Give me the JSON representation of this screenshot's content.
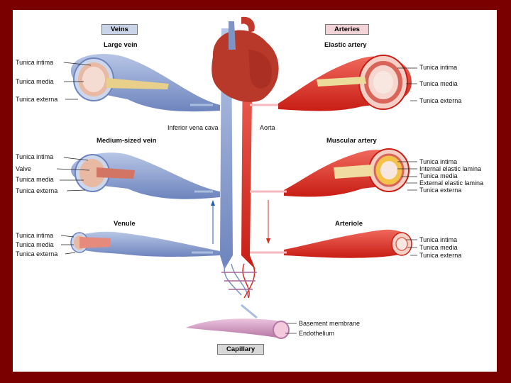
{
  "headers": {
    "veins": "Veins",
    "arteries": "Arteries",
    "capillary": "Capillary"
  },
  "vessels": {
    "large_vein": "Large vein",
    "medium_vein": "Medium-sized vein",
    "venule": "Venule",
    "elastic_artery": "Elastic artery",
    "muscular_artery": "Muscular artery",
    "arteriole": "Arteriole",
    "inferior_vena_cava": "Inferior vena cava",
    "aorta": "Aorta"
  },
  "labels": {
    "large_vein": [
      "Tunica intima",
      "Tunica media",
      "Tunica externa"
    ],
    "medium_vein": [
      "Tunica intima",
      "Valve",
      "Tunica media",
      "Tunica externa"
    ],
    "venule": [
      "Tunica intima",
      "Tunica media",
      "Tunica externa"
    ],
    "elastic_artery": [
      "Tunica intima",
      "Tunica media",
      "Tunica externa"
    ],
    "muscular_artery": [
      "Tunica intima",
      "Internal elastic lamina",
      "Tunica media",
      "External elastic lamina",
      "Tunica externa"
    ],
    "arteriole": [
      "Tunica intima",
      "Tunica media",
      "Tunica externa"
    ],
    "capillary": [
      "Basement membrane",
      "Endothelium"
    ]
  },
  "colors": {
    "frame": "#7a0000",
    "vein": "#7d93c4",
    "artery": "#d8291f",
    "capillary": "#c48ab0"
  }
}
